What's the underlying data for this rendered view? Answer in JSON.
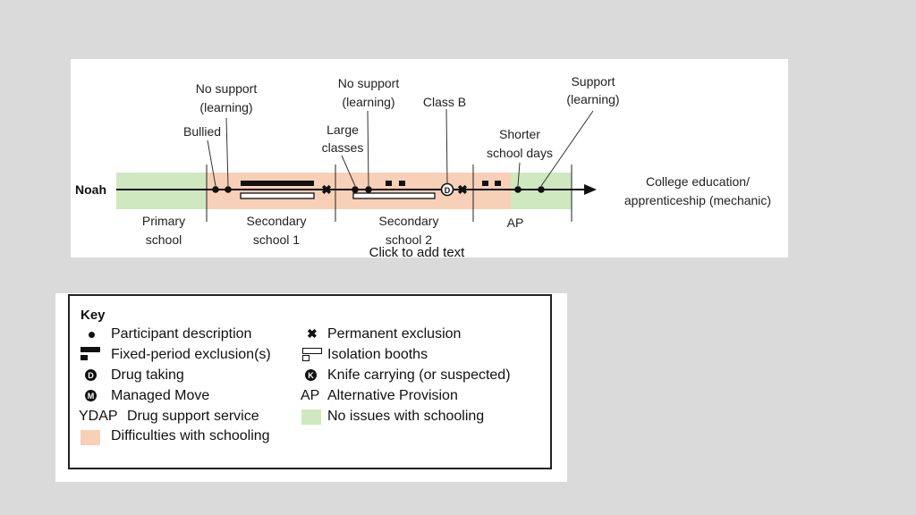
{
  "timeline": {
    "participant": "Noah",
    "segments": [
      {
        "line1": "Primary",
        "line2": "school",
        "status": "no-issues"
      },
      {
        "line1": "Secondary",
        "line2": "school 1",
        "status": "difficulties"
      },
      {
        "line1": "Secondary",
        "line2": "school 2",
        "status": "difficulties"
      },
      {
        "line1": "AP",
        "line2": "",
        "status": "no-issues"
      }
    ],
    "annotations": [
      {
        "lines": [
          "Bullied"
        ]
      },
      {
        "lines": [
          "No support",
          "(learning)"
        ]
      },
      {
        "lines": [
          "Large",
          "classes"
        ]
      },
      {
        "lines": [
          "No support",
          "(learning)"
        ]
      },
      {
        "lines": [
          "Class B"
        ]
      },
      {
        "lines": [
          "Shorter",
          "school days"
        ]
      },
      {
        "lines": [
          "Support",
          "(learning)"
        ]
      }
    ],
    "outcome": {
      "line1": "College education/",
      "line2": "apprenticeship (mechanic)"
    }
  },
  "placeholder_text": "Click to add text",
  "key": {
    "title": "Key",
    "left": [
      {
        "symbol": "dot-icon",
        "label": "Participant description"
      },
      {
        "symbol": "fixed-period-bars-icon",
        "label": "Fixed-period exclusion(s)"
      },
      {
        "symbol": "d-circle-icon",
        "label": "Drug taking"
      },
      {
        "symbol": "m-circle-icon",
        "label": "Managed Move"
      },
      {
        "abbr": "YDAP",
        "label": "Drug support service"
      },
      {
        "symbol": "peach-swatch-icon",
        "label": "Difficulties with schooling"
      }
    ],
    "right": [
      {
        "symbol": "cross-icon",
        "label": "Permanent exclusion"
      },
      {
        "symbol": "isolation-booth-icon",
        "label": "Isolation booths"
      },
      {
        "symbol": "k-circle-icon",
        "label": "Knife carrying (or suspected)"
      },
      {
        "abbr": "AP",
        "label": "Alternative Provision"
      },
      {
        "symbol": "green-swatch-icon",
        "label": "No issues with schooling"
      }
    ]
  },
  "colors": {
    "difficulties": "#f8cfb7",
    "no_issues": "#cfe8c0",
    "line": "#111111"
  }
}
